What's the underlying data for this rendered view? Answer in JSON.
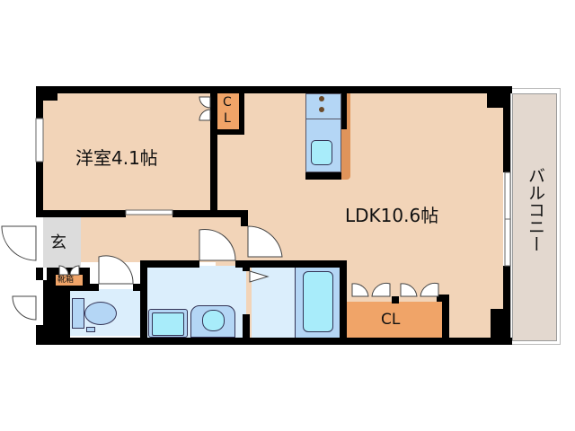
{
  "floorplan": {
    "rooms": {
      "western_room": {
        "label": "洋室4.1帖",
        "color": "#f2d4b8"
      },
      "ldk": {
        "label": "LDK10.6帖",
        "color": "#f2d4b8"
      },
      "closet_small": {
        "label_c": "C",
        "label_l": "L",
        "color": "#f0a468"
      },
      "closet_ldk": {
        "label": "CL",
        "color": "#f0a468"
      },
      "entrance": {
        "label": "玄",
        "color": "#dcdcdc"
      },
      "shoe_box": {
        "label": "靴箱",
        "color": "#f0a468"
      },
      "balcony": {
        "label": "バルコニー",
        "color": "#e3d8cf"
      },
      "wet_area": {
        "color": "#dbeefc"
      },
      "fixture": {
        "color": "#b4d6f5"
      },
      "fixture_light": {
        "color": "#a8ecfa"
      }
    },
    "colors": {
      "wall": "#000000",
      "hallway": "#f2d4b8"
    }
  }
}
